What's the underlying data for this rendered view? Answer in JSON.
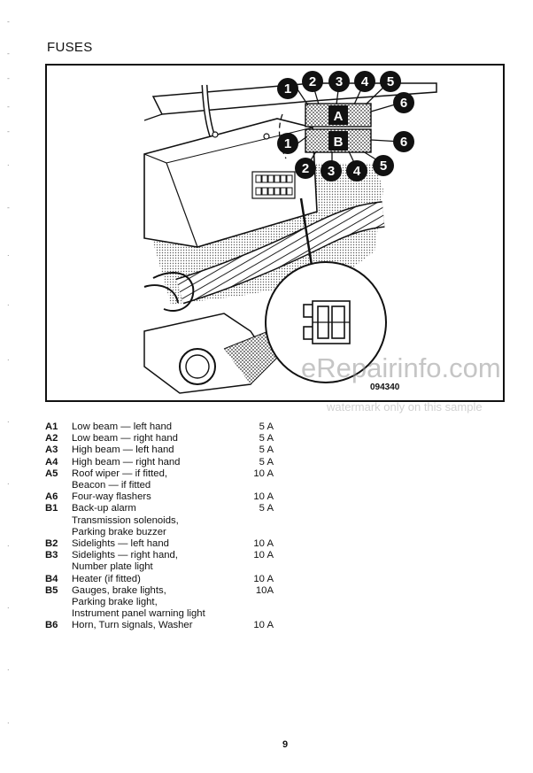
{
  "page": {
    "title": "FUSES",
    "figure_code": "094340",
    "page_number": "9"
  },
  "figure": {
    "box_a_label": "A",
    "box_b_label": "B",
    "callouts_top": [
      "1",
      "2",
      "3",
      "4",
      "5",
      "6"
    ],
    "callouts_bottom": [
      "1",
      "2",
      "3",
      "4",
      "5",
      "6"
    ]
  },
  "watermark": {
    "main": "eRepairinfo.com",
    "sub": "watermark only on this sample"
  },
  "fuses": [
    {
      "code": "A1",
      "desc": [
        "Low beam — left hand"
      ],
      "amp": "5 A"
    },
    {
      "code": "A2",
      "desc": [
        "Low beam — right hand"
      ],
      "amp": "5 A"
    },
    {
      "code": "A3",
      "desc": [
        "High beam — left hand"
      ],
      "amp": "5 A"
    },
    {
      "code": "A4",
      "desc": [
        "High beam — right hand"
      ],
      "amp": "5 A"
    },
    {
      "code": "A5",
      "desc": [
        "Roof wiper — if fitted,",
        "Beacon — if fitted"
      ],
      "amp": "10 A"
    },
    {
      "code": "A6",
      "desc": [
        "Four-way flashers"
      ],
      "amp": "10 A"
    },
    {
      "code": "B1",
      "desc": [
        "Back-up alarm",
        "Transmission solenoids,",
        "Parking brake buzzer"
      ],
      "amp": "5 A"
    },
    {
      "code": "B2",
      "desc": [
        "Sidelights — left hand"
      ],
      "amp": "10 A"
    },
    {
      "code": "B3",
      "desc": [
        "Sidelights — right hand,",
        "Number plate light"
      ],
      "amp": "10 A"
    },
    {
      "code": "B4",
      "desc": [
        "Heater (if fitted)"
      ],
      "amp": "10 A"
    },
    {
      "code": "B5",
      "desc": [
        "Gauges, brake lights,",
        "Parking brake light,",
        "Instrument panel warning light"
      ],
      "amp": "10A"
    },
    {
      "code": "B6",
      "desc": [
        "Horn, Turn signals, Washer"
      ],
      "amp": "10 A"
    }
  ]
}
